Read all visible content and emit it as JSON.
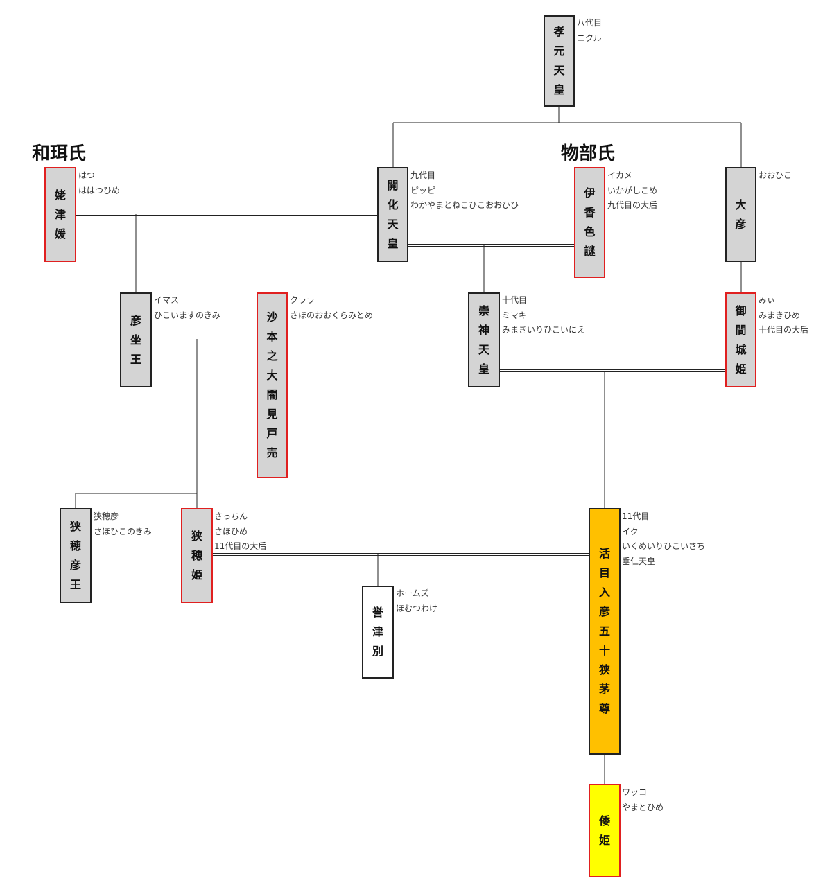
{
  "clans": {
    "wani": "和珥氏",
    "mononobe": "物部氏"
  },
  "persons": {
    "kogen": {
      "name": "孝元天皇",
      "notes": [
        "八代目",
        "ニクル"
      ]
    },
    "kaika": {
      "name": "開化天皇",
      "notes": [
        "九代目",
        "ピッピ",
        "わかやまとねこひこおおひひ"
      ]
    },
    "ikagashiko": {
      "name": "伊香色謎",
      "notes": [
        "イカメ",
        "いかがしこめ",
        "九代目の大后"
      ]
    },
    "ohiko": {
      "name": "大彦",
      "notes": [
        "おおひこ"
      ]
    },
    "hahatsu": {
      "name": "姥津媛",
      "notes": [
        "はつ",
        "ははつひめ"
      ]
    },
    "hikoimasu": {
      "name": "彦坐王",
      "notes": [
        "イマス",
        "ひこいますのきみ"
      ]
    },
    "saho_okura": {
      "name": "沙本之大闇見戸売",
      "notes": [
        "クララ",
        "さほのおおくらみとめ"
      ]
    },
    "sujin": {
      "name": "崇神天皇",
      "notes": [
        "十代目",
        "ミマキ",
        "みまきいりひこいにえ"
      ]
    },
    "mimaki": {
      "name": "御間城姫",
      "notes": [
        "みぃ",
        "みまきひめ",
        "十代目の大后"
      ]
    },
    "sahohiko": {
      "name": "狭穂彦王",
      "notes": [
        "狭穂彦",
        "さほひこのきみ"
      ]
    },
    "sahohime": {
      "name": "狭穂姫",
      "notes": [
        "さっちん",
        "さほひめ",
        "11代目の大后"
      ]
    },
    "homutsu": {
      "name": "誉津別",
      "notes": [
        "ホームズ",
        "ほむつわけ"
      ]
    },
    "suinin": {
      "name": "活目入彦五十狭茅尊",
      "notes": [
        "11代目",
        "イク",
        "いくめいりひこいさち",
        "垂仁天皇"
      ]
    },
    "yamato": {
      "name": "倭姫",
      "notes": [
        "ワッコ",
        "やまとひめ"
      ]
    }
  }
}
